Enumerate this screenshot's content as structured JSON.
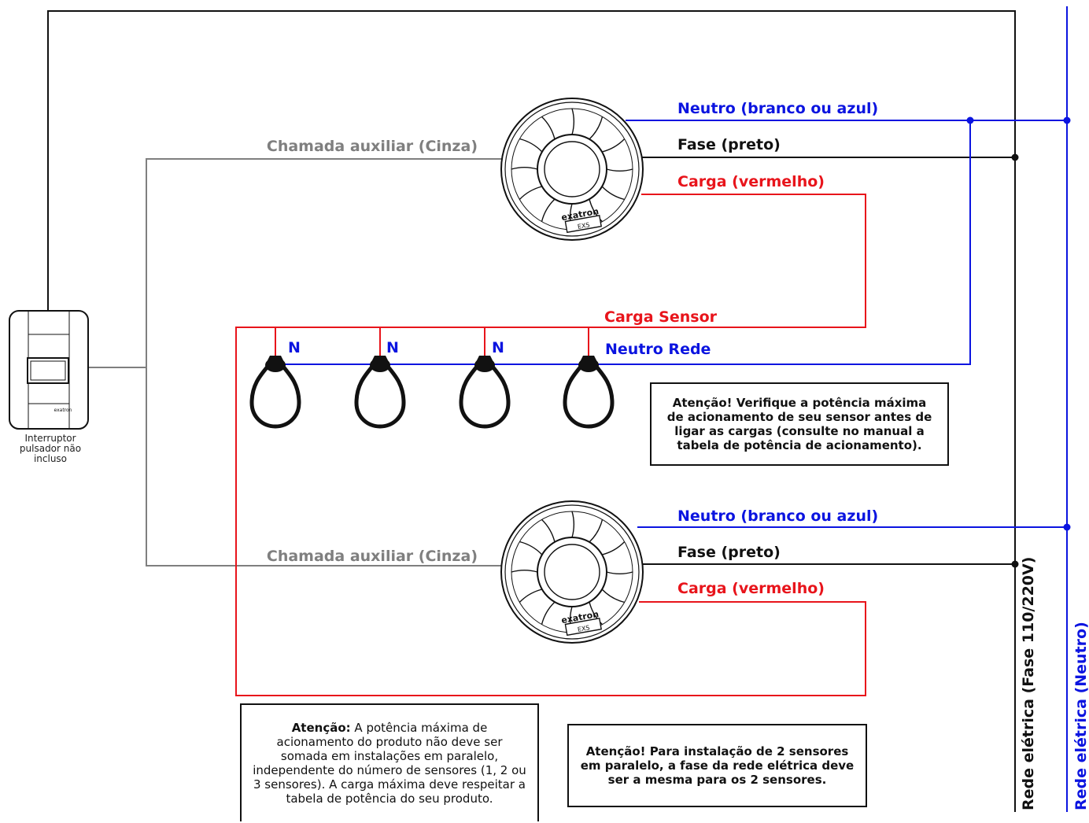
{
  "colors": {
    "black": "#111111",
    "gray": "#7f7f7f",
    "red": "#e8141b",
    "blue": "#0b14e0"
  },
  "labels": {
    "chamada_top": "Chamada auxiliar (Cinza)",
    "chamada_bottom": "Chamada auxiliar (Cinza)",
    "neutro_top": "Neutro (branco ou azul)",
    "fase_top": "Fase (preto)",
    "carga_top": "Carga (vermelho)",
    "neutro_bottom": "Neutro (branco ou azul)",
    "fase_bottom": "Fase (preto)",
    "carga_bottom": "Carga (vermelho)",
    "carga_sensor": "Carga Sensor",
    "neutro_rede": "Neutro Rede",
    "n_labels": [
      "N",
      "N",
      "N"
    ],
    "rede_fase": "Rede elétrica (Fase 110/220V)",
    "rede_neutro": "Rede elétrica (Neutro)"
  },
  "sensor": {
    "brand": "exatron",
    "model": "EXS"
  },
  "switch": {
    "brand": "exatron",
    "caption": "Interruptor pulsador não incluso"
  },
  "notes": {
    "right_top": "Atenção! Verifique a potência máxima de acionamento de seu sensor antes de ligar as cargas (consulte no manual a tabela de potência de acionamento).",
    "bottom_left_bold": "Atenção:",
    "bottom_left": " A potência máxima de acionamento do produto não deve ser somada em instalações em paralelo, independente do número de sensores (1, 2 ou 3 sensores). A carga máxima deve respeitar a tabela de potência do seu produto.",
    "bottom_right": "Atenção! Para instalação de 2 sensores em paralelo, a fase da rede elétrica deve ser a mesma para os 2 sensores."
  }
}
